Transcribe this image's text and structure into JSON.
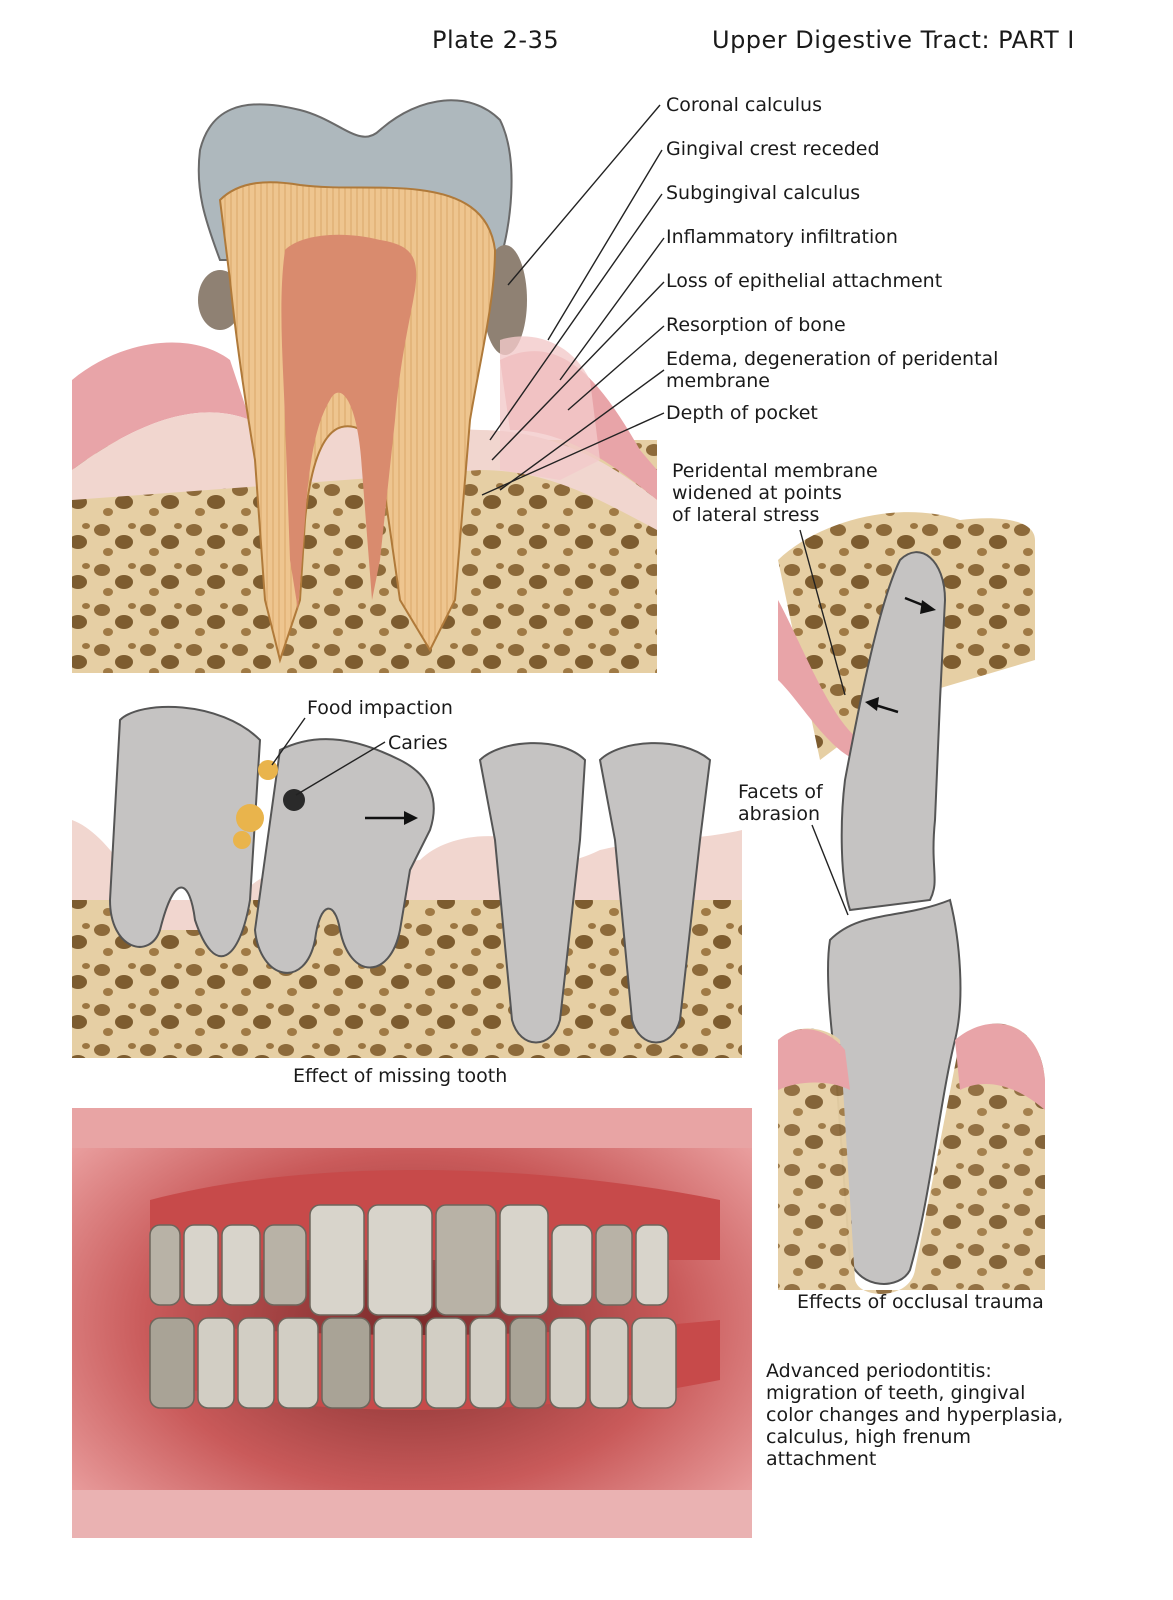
{
  "header": {
    "plate": "Plate 2-35",
    "section": "Upper Digestive Tract: PART I"
  },
  "panel_top": {
    "labels": [
      "Coronal calculus",
      "Gingival crest receded",
      "Subgingival calculus",
      "Inflammatory infiltration",
      "Loss of epithelial attachment",
      "Resorption of bone",
      "Edema, degeneration of peridental\nmembrane",
      "Depth of pocket"
    ]
  },
  "panel_missing_tooth": {
    "labels": [
      "Food impaction",
      "Caries"
    ],
    "caption": "Effect of missing tooth"
  },
  "panel_occlusal": {
    "labels": [
      "Peridental membrane\nwidened at points\nof lateral stress",
      "Facets of\nabrasion"
    ],
    "caption": "Effects of occlusal trauma"
  },
  "panel_periodontitis": {
    "caption": "Advanced periodontitis:\nmigration of teeth, gingival\ncolor changes and hyperplasia,\ncalculus, high frenum\nattachment"
  },
  "colors": {
    "enamel": "#aeb8bd",
    "dentin": "#e9c089",
    "pulp": "#d98b6e",
    "gum": "#e8a4a8",
    "bone": "#e9d3ad",
    "bone_pore": "#8a6a3a",
    "tooth_grey": "#c5c3c2",
    "calculus": "#8f8173",
    "mouth": "#d86a6a"
  }
}
